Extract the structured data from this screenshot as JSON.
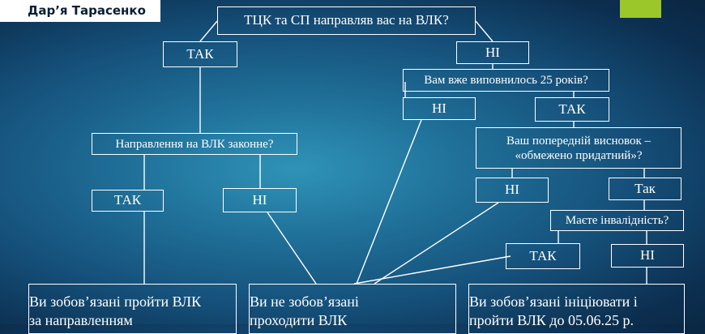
{
  "author": "Дар’я Тарасенко",
  "colors": {
    "accent": "#9cc72b",
    "line": "#ffffff"
  },
  "nodes": {
    "q_tck": "ТЦК та СП направляв вас на ВЛК?",
    "tak_1": "ТАК",
    "ni_1": "НІ",
    "q_age": "Вам вже виповнилось 25 років?",
    "ni_2": "НІ",
    "tak_2": "ТАК",
    "q_legal": "Направлення на ВЛК законне?",
    "q_prev_1": "Ваш попередній висновок –",
    "q_prev_2": "«обмежено придатний»?",
    "tak_3": "ТАК",
    "ni_3": "НІ",
    "ni_4": "НІ",
    "tak_4": "Так",
    "q_disability": "Маєте інвалідність?",
    "tak_5": "ТАК",
    "ni_5": "НІ",
    "out_must_1": "Ви зобов’язані пройти ВЛК",
    "out_must_2": "за направленням",
    "out_not_1": "Ви не зобов’язані",
    "out_not_2": "проходити ВЛК",
    "out_init_1": "Ви зобов’язані ініціювати і",
    "out_init_2": "пройти ВЛК до 05.06.25 р."
  }
}
